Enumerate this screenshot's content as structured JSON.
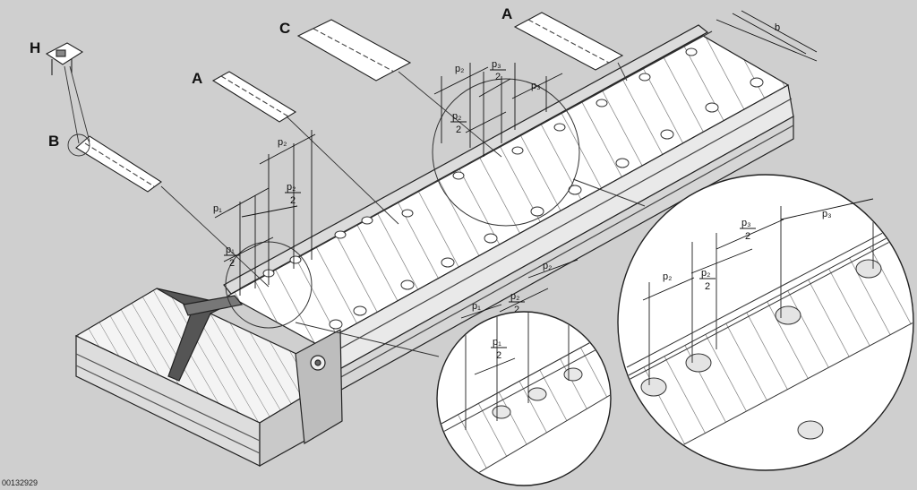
{
  "callouts": {
    "H": "H",
    "B": "B",
    "A1": "A",
    "A2": "A",
    "C": "C"
  },
  "dims": {
    "p1": "p₁",
    "p2": "p₂",
    "p3": "p₃",
    "b": "b",
    "num_p1": "p₁",
    "num_p2": "p₂",
    "num_p3": "p₃",
    "den": "2"
  },
  "doc_id": "00132929"
}
